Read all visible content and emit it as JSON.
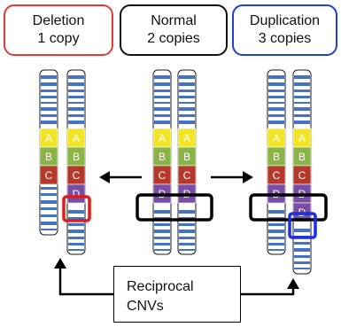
{
  "headers": {
    "deletion": {
      "title": "Deletion",
      "count": "1 copy",
      "border_color": "#e53935"
    },
    "normal": {
      "title": "Normal",
      "count": "2 copies",
      "border_color": "#111111"
    },
    "duplication": {
      "title": "Duplication",
      "count": "3 copies",
      "border_color": "#1e3fd6"
    }
  },
  "bands": {
    "A": {
      "label": "A",
      "color": "#f2e528"
    },
    "B": {
      "label": "B",
      "color": "#8bb446"
    },
    "C": {
      "label": "C",
      "color": "#b5392b"
    },
    "D": {
      "label": "D",
      "color": "#7a4ea5"
    }
  },
  "stripe_color": "#4472c4",
  "cnv_box": {
    "line1": "Reciprocal",
    "line2": "CNVs"
  },
  "highlight_colors": {
    "deletion": "#e01b1b",
    "normal": "#000000",
    "duplication": "#1a2fe0"
  }
}
